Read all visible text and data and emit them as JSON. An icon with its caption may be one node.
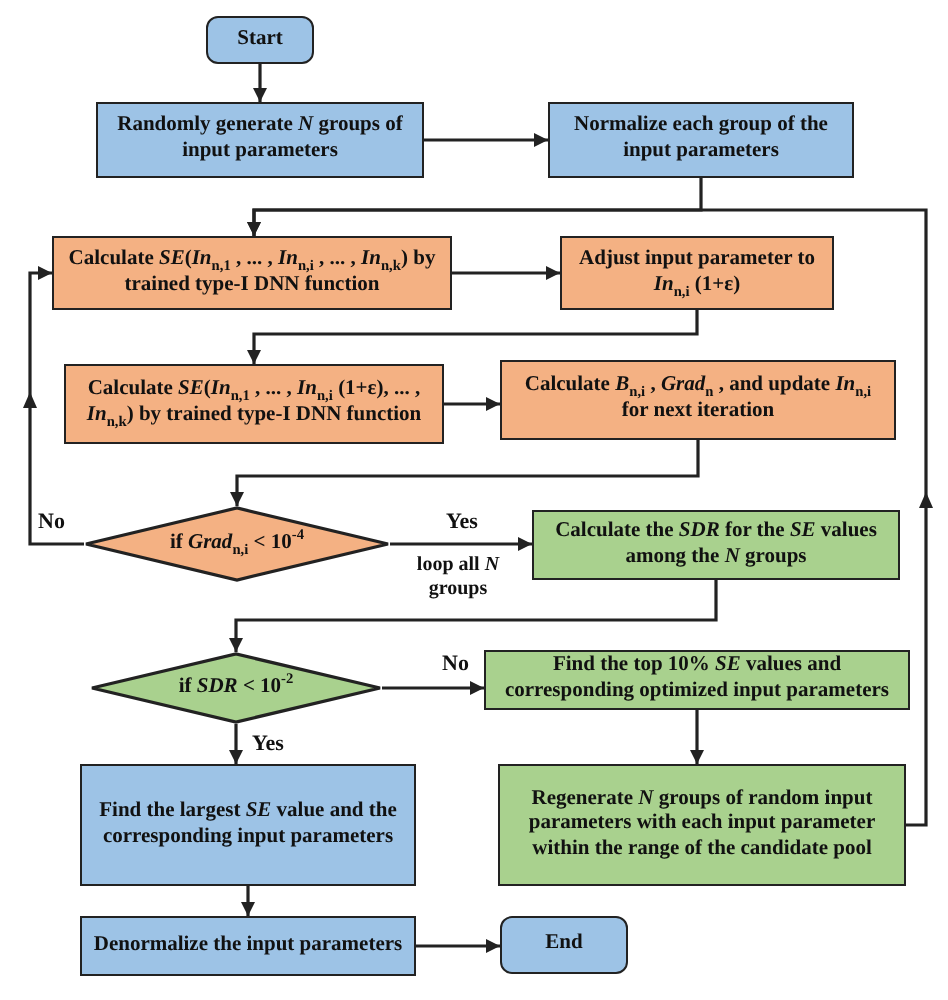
{
  "diagram": {
    "nodes": [
      {
        "text": [
          "Start"
        ]
      },
      {
        "text": [
          "Randomly generate *N* groups of input parameters"
        ]
      },
      {
        "text": [
          "Normalize each group of the input parameters"
        ]
      },
      {
        "text": [
          "Calculate *SE*(*In*$_{n,1}$ , ... , *In*$_{n,i}$ , ... , *In*$_{n,k}$) by trained type-I DNN function"
        ]
      },
      {
        "text": [
          "Adjust input parameter to *In*$_{n,i}$ (1+ε)"
        ]
      },
      {
        "text": [
          "Calculate *SE*(*In*$_{n,1}$ , ... , *In*$_{n,i}$ (1+ε), ... , *In*$_{n,k}$) by trained type-I DNN function"
        ]
      },
      {
        "text": [
          "Calculate *B*$_{n,i}$ , *Grad*$_{n}$ , and update *In*$_{n,i}$ for next iteration"
        ]
      },
      {
        "text": [
          "if *Grad*$_{n,i}$ < 10$^{-4}$"
        ]
      },
      {
        "text": [
          "Calculate the *SDR* for the *SE* values among the *N* groups"
        ]
      },
      {
        "text": [
          "if *SDR* < 10$^{-2}$"
        ]
      },
      {
        "text": [
          "Find the top 10% *SE* values and corresponding optimized input parameters"
        ]
      },
      {
        "text": [
          "Regenerate *N* groups of random input parameters with each input parameter within the range of the candidate pool"
        ]
      },
      {
        "text": [
          "Find the largest *SE* value and the corresponding input parameters"
        ]
      },
      {
        "text": [
          "Denormalize the input parameters"
        ]
      },
      {
        "text": [
          "End"
        ]
      }
    ],
    "edges": [
      {
        "from": 0,
        "to": 1,
        "arrow": "to"
      },
      {
        "from": 1,
        "to": 2,
        "arrow": "to"
      },
      {
        "from": 2,
        "to": 3,
        "arrow": "to"
      },
      {
        "from": 3,
        "to": 4,
        "arrow": "to"
      },
      {
        "from": 4,
        "to": 5,
        "arrow": "to"
      },
      {
        "from": 5,
        "to": 6,
        "arrow": "to"
      },
      {
        "from": 6,
        "to": 7,
        "arrow": "to"
      },
      {
        "from": 7,
        "to": 3,
        "arrow": "to",
        "label": "No"
      },
      {
        "from": 7,
        "to": 8,
        "arrow": "to",
        "label": "Yes"
      },
      {
        "from": 8,
        "to": 9,
        "arrow": "to"
      },
      {
        "from": 9,
        "to": 10,
        "arrow": "to",
        "label": "No"
      },
      {
        "from": 9,
        "to": 12,
        "arrow": "to",
        "label": "Yes"
      },
      {
        "from": 10,
        "to": 11,
        "arrow": "to"
      },
      {
        "from": 11,
        "to": 3,
        "arrow": "to"
      },
      {
        "from": 12,
        "to": 13,
        "arrow": "to"
      },
      {
        "from": 13,
        "to": 14,
        "arrow": "to"
      }
    ],
    "labels": [
      "loop all *N* groups"
    ]
  }
}
